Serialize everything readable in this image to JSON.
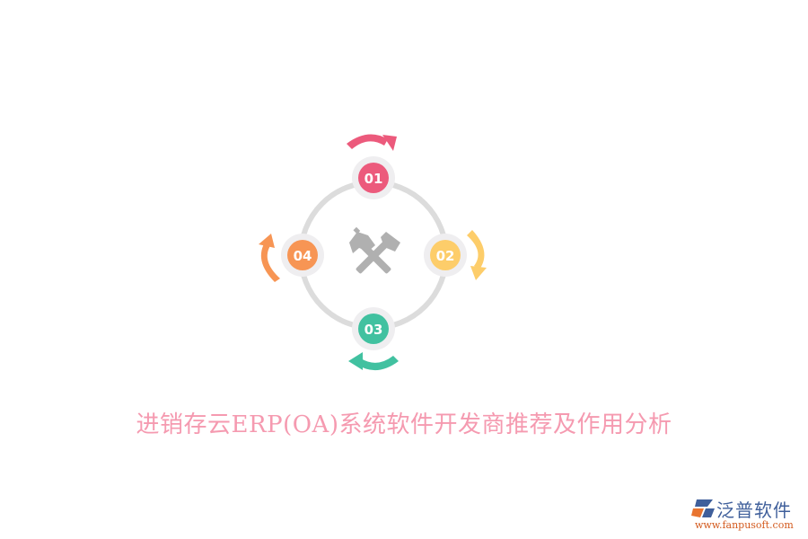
{
  "title": "进销存云ERP(OA)系统软件开发商推荐及作用分析",
  "diagram": {
    "type": "cycle",
    "center_icon": "crossed-hammers-icon",
    "ring_color": "#dcdcdc",
    "nodes": [
      {
        "label": "01",
        "color": "#ec5a7c",
        "position": "top"
      },
      {
        "label": "02",
        "color": "#fdcd6a",
        "position": "right"
      },
      {
        "label": "03",
        "color": "#41c1a0",
        "position": "bottom"
      },
      {
        "label": "04",
        "color": "#f79554",
        "position": "left"
      }
    ]
  },
  "logo": {
    "brand": "泛普软件",
    "url": "www.fanpusoft.com"
  }
}
